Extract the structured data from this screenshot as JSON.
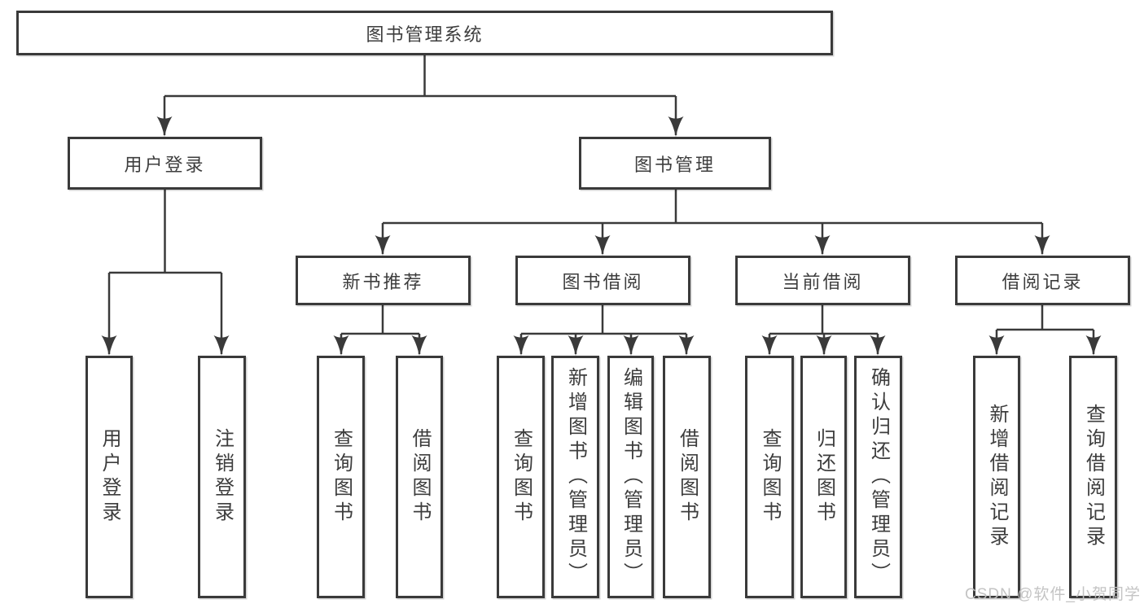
{
  "tree": {
    "label": "图书管理系统",
    "children": [
      {
        "label": "用户登录",
        "children": [
          {
            "label": "用户登录"
          },
          {
            "label": "注销登录"
          }
        ]
      },
      {
        "label": "图书管理",
        "children": [
          {
            "label": "新书推荐",
            "children": [
              {
                "label": "查询图书"
              },
              {
                "label": "借阅图书"
              }
            ]
          },
          {
            "label": "图书借阅",
            "children": [
              {
                "label": "查询图书"
              },
              {
                "label": "新增图书（管理员）"
              },
              {
                "label": "编辑图书（管理员）"
              },
              {
                "label": "借阅图书"
              }
            ]
          },
          {
            "label": "当前借阅",
            "children": [
              {
                "label": "查询图书"
              },
              {
                "label": "归还图书"
              },
              {
                "label": "确认归还（管理员）"
              }
            ]
          },
          {
            "label": "借阅记录",
            "children": [
              {
                "label": "新增借阅记录"
              },
              {
                "label": "查询借阅记录"
              }
            ]
          }
        ]
      }
    ]
  },
  "watermark": {
    "text": "CSDN @软件_小贺同学"
  },
  "colors": {
    "line": "#3a3a3a",
    "text": "#3d3d3d",
    "watermark": "#c1c1c1",
    "background": "#ffffff"
  }
}
